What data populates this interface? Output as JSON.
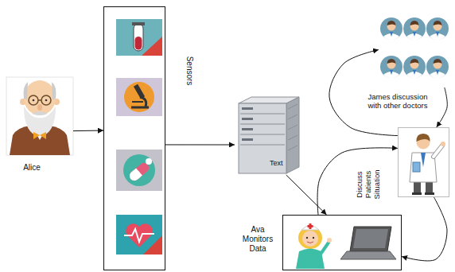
{
  "diagram": {
    "nodes": [
      {
        "text": [
          "Alice"
        ]
      },
      {
        "text": [
          "Sensors"
        ]
      },
      {
        "text": [
          "Text"
        ]
      },
      {
        "text": [
          "Ava Monitors Data"
        ]
      },
      {
        "text": [
          "James discussion with other doctors"
        ]
      },
      {
        "text": []
      }
    ],
    "edges": [
      {
        "from": 0,
        "to": 1,
        "arrow": "to"
      },
      {
        "from": 1,
        "to": 2,
        "arrow": "to"
      },
      {
        "from": 2,
        "to": 3,
        "arrow": "to"
      },
      {
        "from": 3,
        "to": 5,
        "arrow": "to",
        "label": "Discuss Patients Situation"
      },
      {
        "from": 5,
        "to": 4,
        "arrow": "to"
      },
      {
        "from": 4,
        "to": 5,
        "arrow": "to"
      },
      {
        "from": 5,
        "to": 3,
        "arrow": "to"
      }
    ]
  }
}
